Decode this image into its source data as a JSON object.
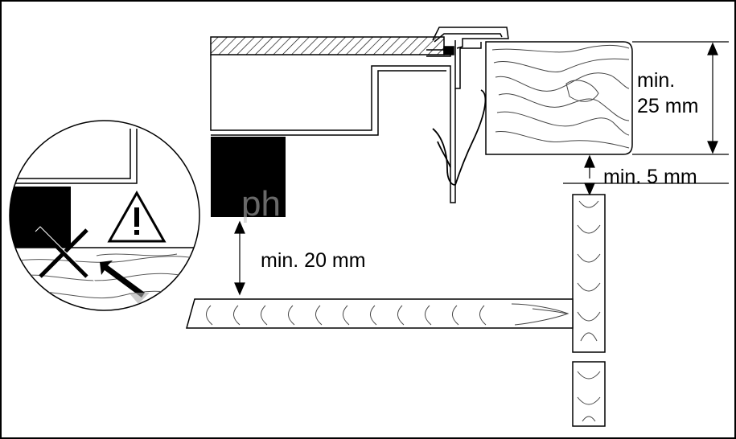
{
  "colors": {
    "ink": "#000000",
    "paper": "#ffffff",
    "grain": "#444444",
    "watermark": "#bfbfbf"
  },
  "labels": {
    "min_25_line1": "min.",
    "min_25_line2": "25 mm",
    "min_5": "min. 5 mm",
    "min_20": "min. 20 mm"
  },
  "watermark": {
    "text": "ph"
  },
  "icons": {
    "warning": "warning-triangle-icon",
    "prohibited": "cross-icon",
    "pointer": "arrow-icon"
  }
}
